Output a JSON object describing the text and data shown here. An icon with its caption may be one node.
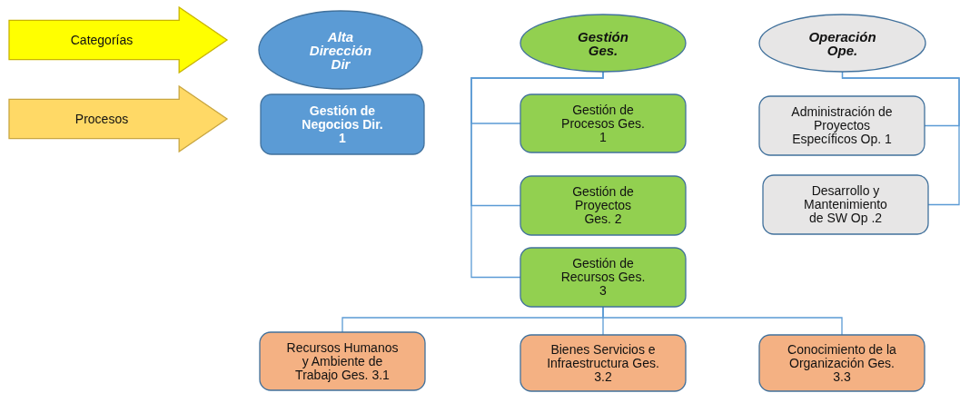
{
  "diagram": {
    "nodes": [
      {
        "text": [
          "Categorías"
        ]
      },
      {
        "text": [
          "Procesos"
        ]
      },
      {
        "text": [
          "Alta Dirección Dir"
        ]
      },
      {
        "text": [
          "Gestión de Negocios Dir. 1"
        ]
      },
      {
        "text": [
          "Gestión Ges."
        ]
      },
      {
        "text": [
          "Gestión de Procesos Ges. 1"
        ]
      },
      {
        "text": [
          "Gestión de Proyectos Ges. 2"
        ]
      },
      {
        "text": [
          "Gestión de Recursos Ges. 3"
        ]
      },
      {
        "text": [
          "Operación Ope."
        ]
      },
      {
        "text": [
          "Administración de Proyectos Específicos Op. 1"
        ]
      },
      {
        "text": [
          "Desarrollo y Mantenimiento de SW Op .2"
        ]
      },
      {
        "text": [
          "Recursos Humanos y Ambiente de Trabajo Ges. 3.1"
        ]
      },
      {
        "text": [
          "Bienes Servicios e Infraestructura Ges. 3.2"
        ]
      },
      {
        "text": [
          "Conocimiento de la Organización Ges. 3.3"
        ]
      }
    ],
    "edges": [
      {
        "from": 4,
        "to": 5,
        "arrow": "none"
      },
      {
        "from": 4,
        "to": 6,
        "arrow": "none"
      },
      {
        "from": 4,
        "to": 7,
        "arrow": "none"
      },
      {
        "from": 8,
        "to": 9,
        "arrow": "none"
      },
      {
        "from": 8,
        "to": 10,
        "arrow": "none"
      },
      {
        "from": 7,
        "to": 11,
        "arrow": "none"
      },
      {
        "from": 7,
        "to": 12,
        "arrow": "none"
      },
      {
        "from": 7,
        "to": 13,
        "arrow": "none"
      }
    ]
  }
}
